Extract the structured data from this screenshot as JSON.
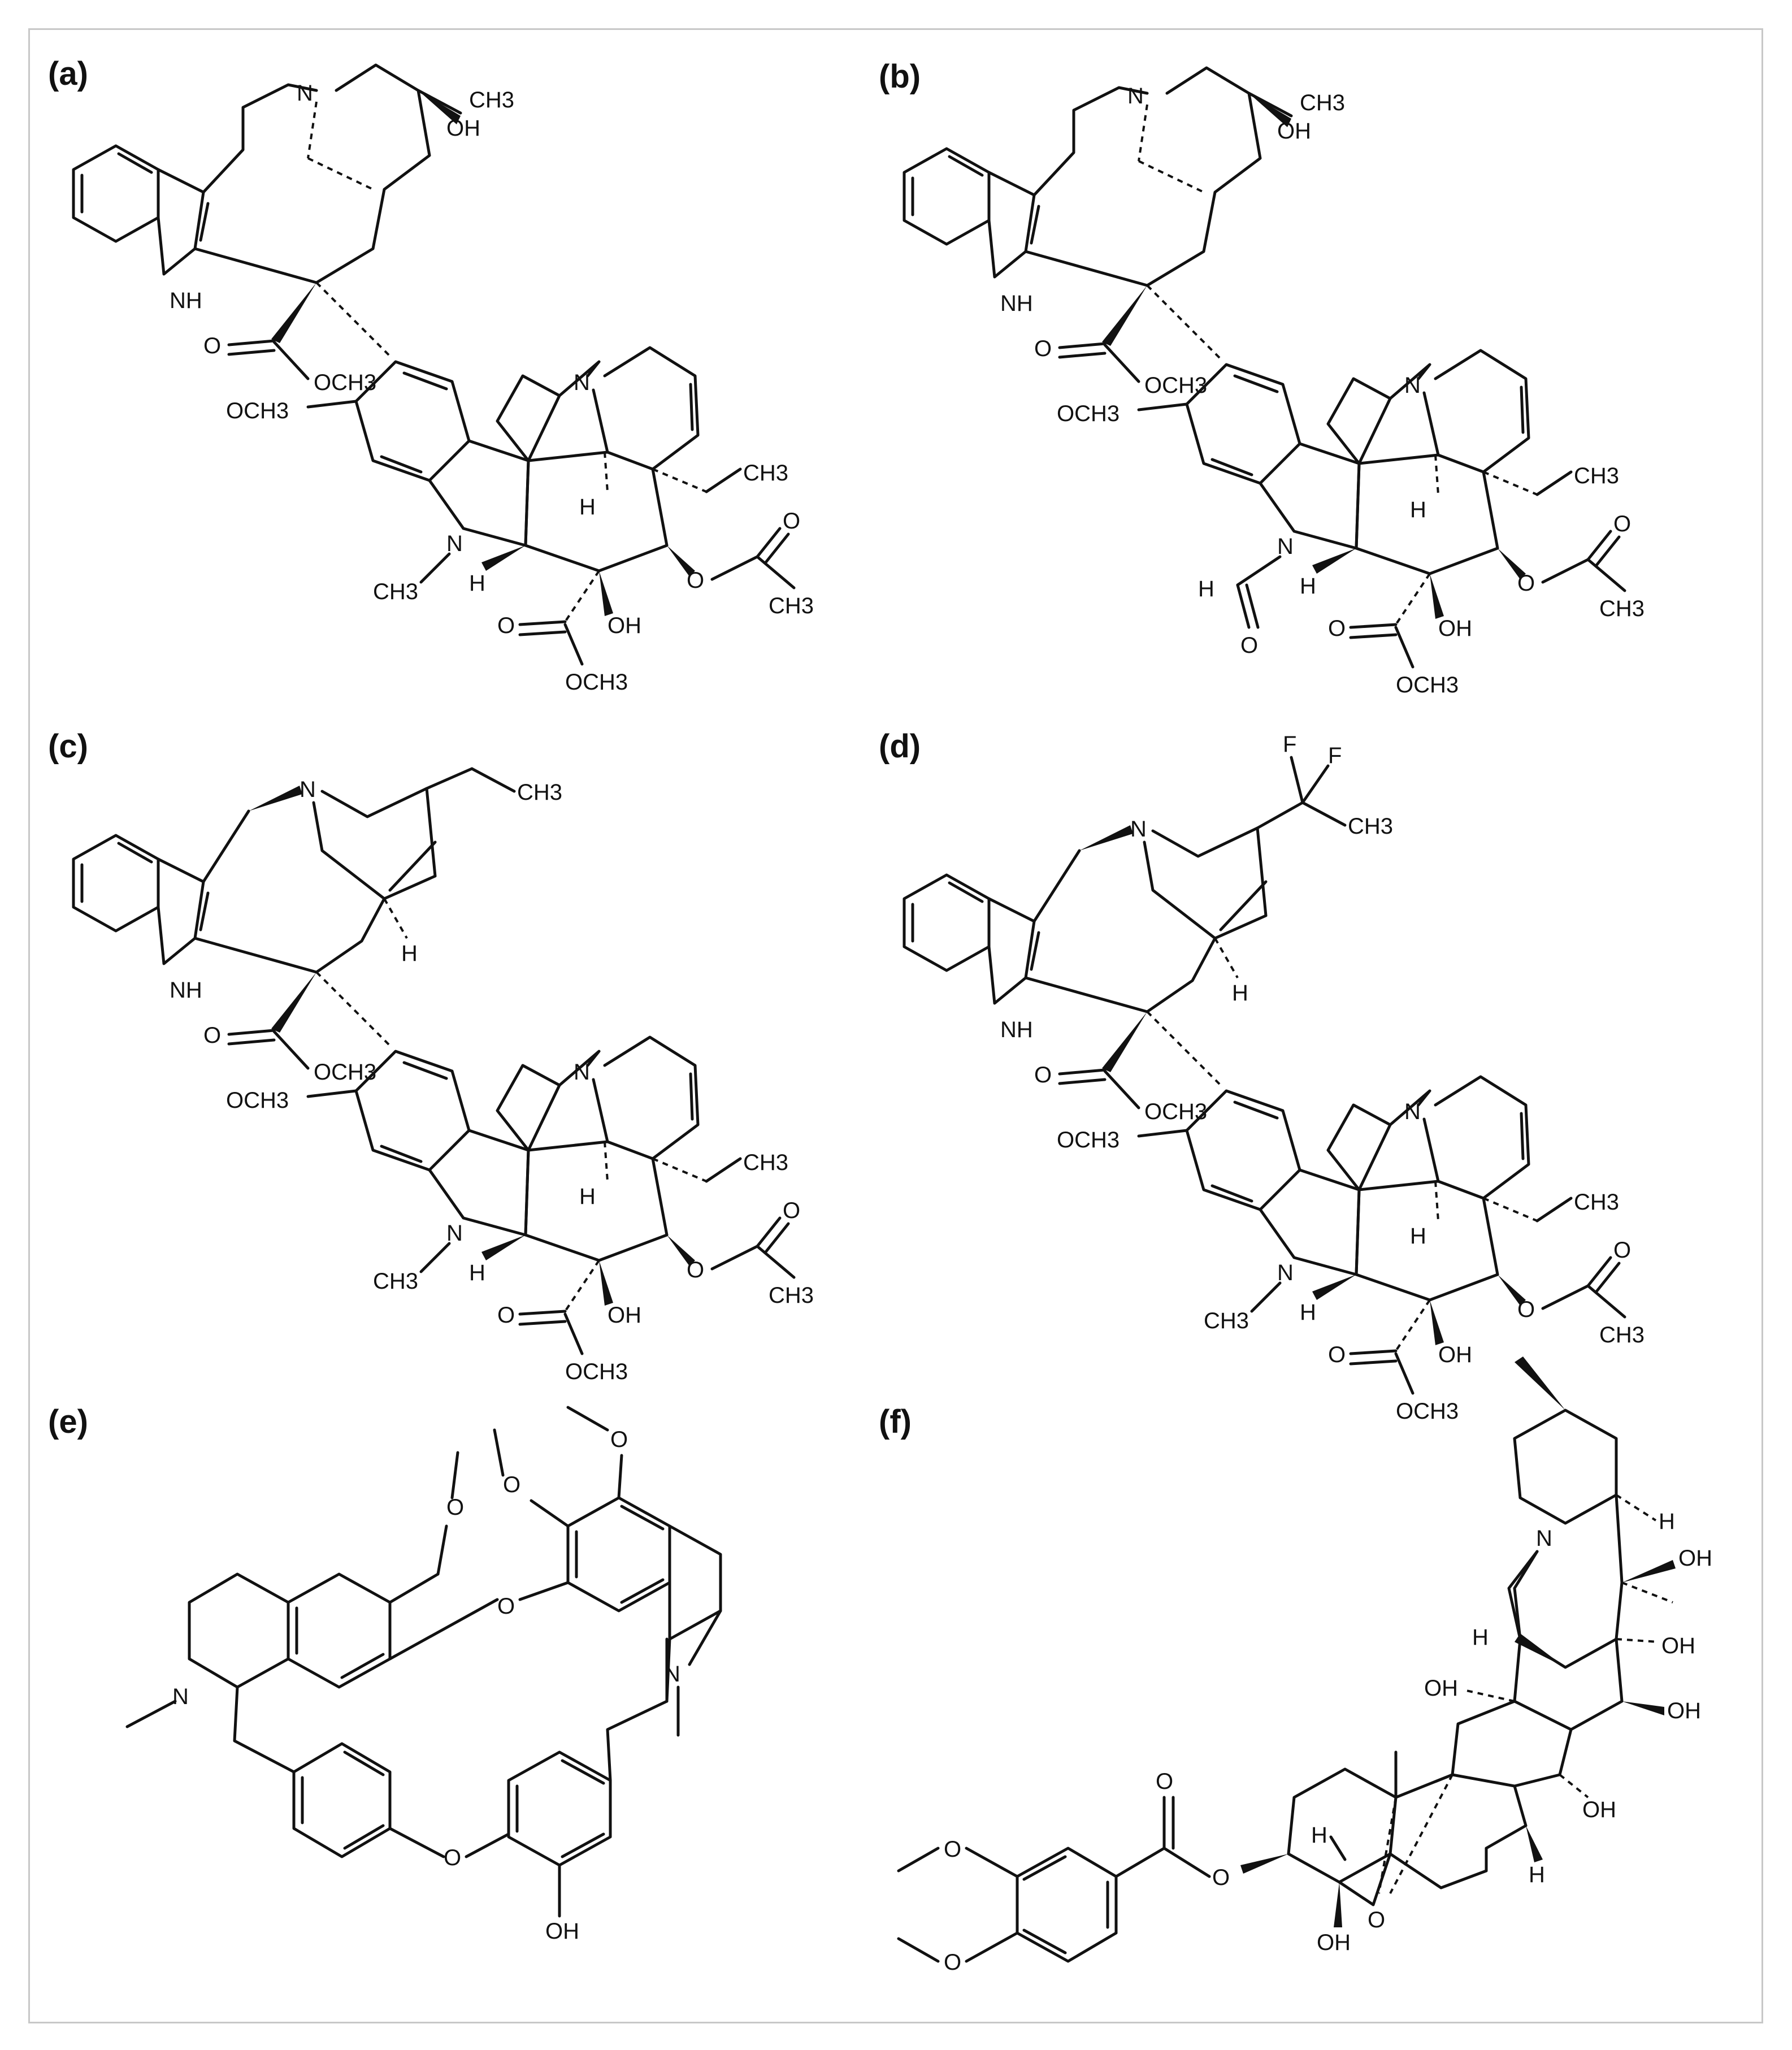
{
  "panels": {
    "a": {
      "label": "(a)"
    },
    "b": {
      "label": "(b)"
    },
    "c": {
      "label": "(c)"
    },
    "d": {
      "label": "(d)"
    },
    "e": {
      "label": "(e)"
    },
    "f": {
      "label": "(f)"
    }
  },
  "atoms": {
    "N": "N",
    "NH": "NH",
    "H": "H",
    "OH": "OH",
    "O": "O",
    "F": "F",
    "CH3": "CH3",
    "OCH3": "OCH3"
  }
}
